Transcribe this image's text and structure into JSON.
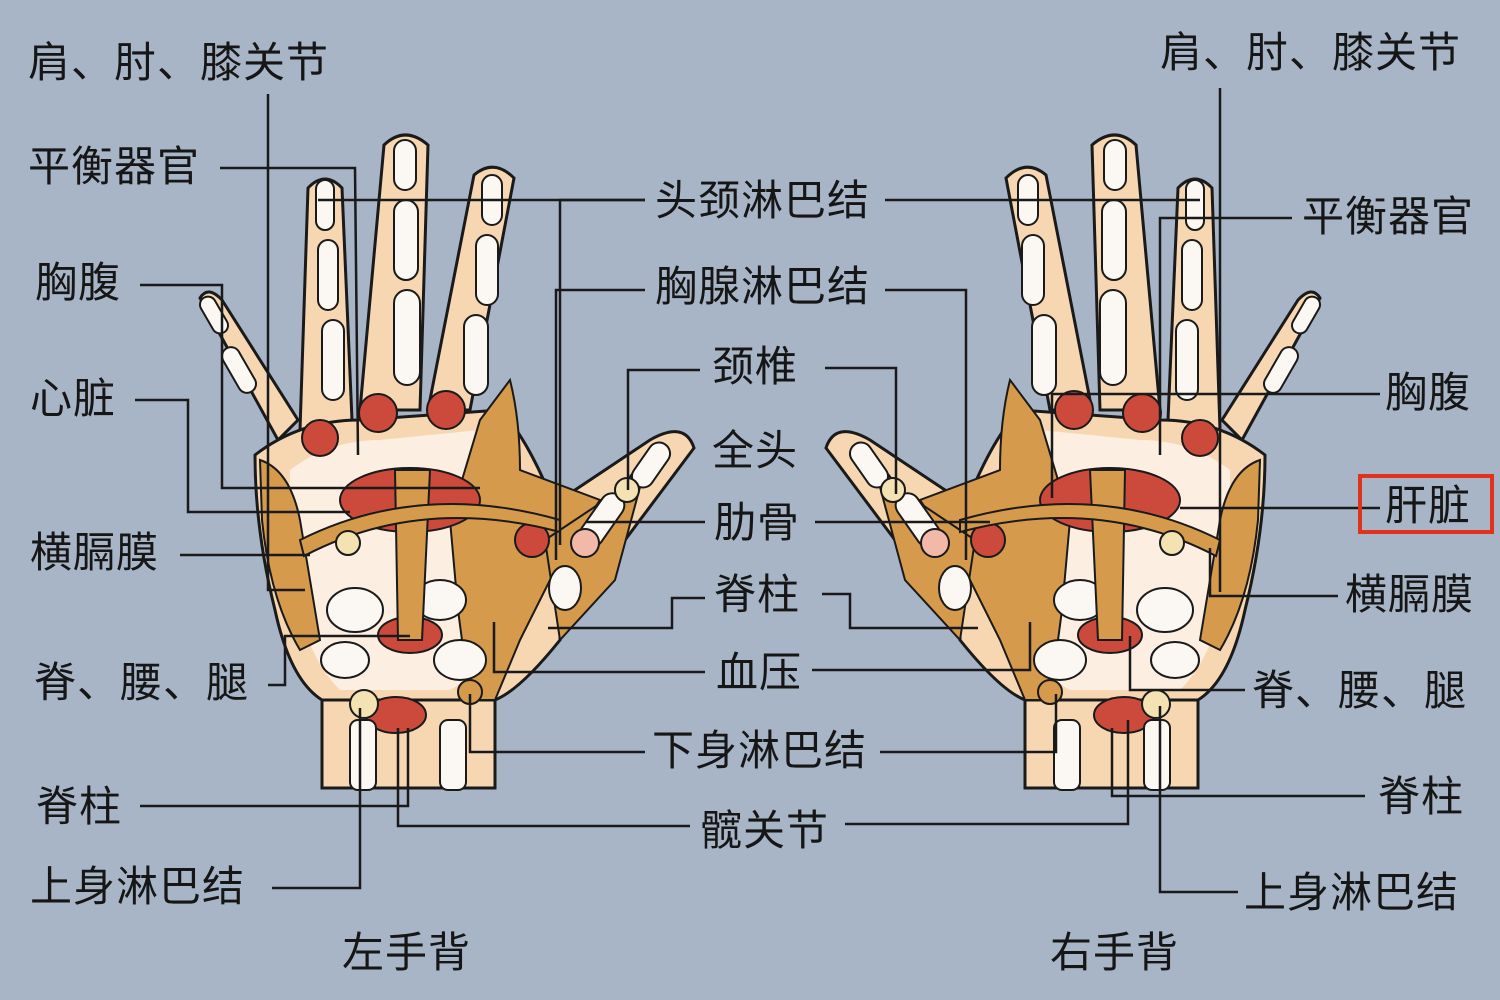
{
  "colors": {
    "background": "#a7b5c7",
    "skin": "#f7d7b2",
    "palm_inner": "#fcefe2",
    "bone": "#fbf7f2",
    "zone_orange": "#d59a4b",
    "zone_red": "#cc4a3c",
    "line": "#1a1a1a",
    "highlight": "#e0321e"
  },
  "labels": {
    "shoulder_elbow_knee_left": "肩、肘、膝关节",
    "shoulder_elbow_knee_right": "肩、肘、膝关节",
    "balance_left": "平衡器官",
    "balance_right": "平衡器官",
    "chest_abdomen_left": "胸腹",
    "chest_abdomen_right": "胸腹",
    "heart": "心脏",
    "liver": "肝脏",
    "diaphragm_left": "横膈膜",
    "diaphragm_right": "横膈膜",
    "spine_waist_leg_left": "脊、腰、腿",
    "spine_waist_leg_right": "脊、腰、腿",
    "spine_left": "脊柱",
    "spine_right": "脊柱",
    "upper_lymph_left": "上身淋巴结",
    "upper_lymph_right": "上身淋巴结",
    "head_neck_lymph": "头颈淋巴结",
    "chest_gland_lymph": "胸腺淋巴结",
    "cervical": "颈椎",
    "whole_head": "全头",
    "ribs": "肋骨",
    "spine_center": "脊柱",
    "blood_pressure": "血压",
    "lower_lymph": "下身淋巴结",
    "hip_joint": "髋关节",
    "left_hand_back": "左手背",
    "right_hand_back": "右手背"
  }
}
